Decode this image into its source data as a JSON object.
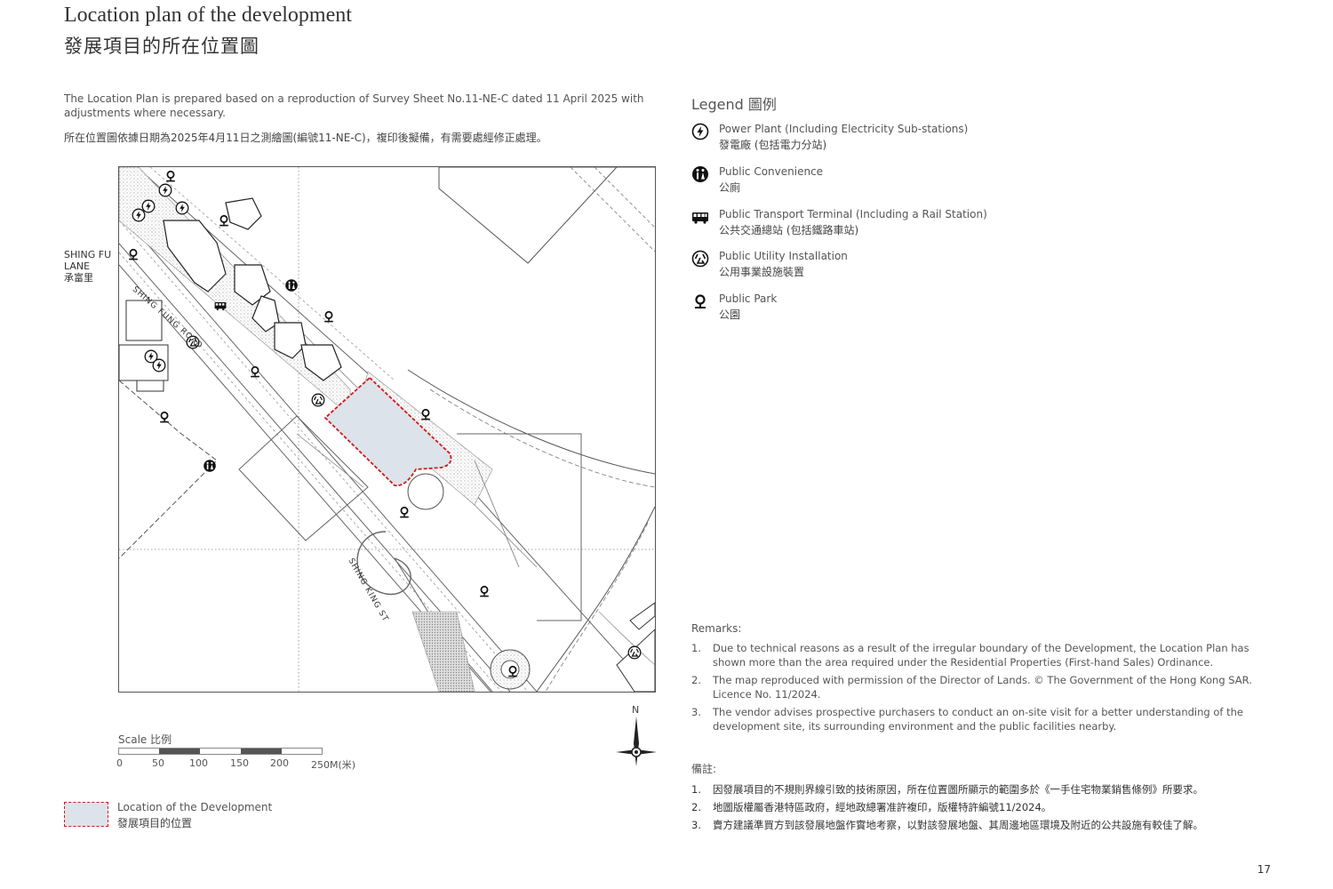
{
  "header": {
    "title_en": "Location plan of the development",
    "title_zh": "發展項目的所在位置圖"
  },
  "intro": {
    "en": "The Location Plan is prepared based on a reproduction of Survey Sheet No.11-NE-C dated 11 April 2025 with adjustments where necessary.",
    "zh": "所在位置圖依據日期為2025年4月11日之測繪圖(編號11-NE-C)，複印後擬備，有需要處經修正處理。"
  },
  "map": {
    "street_labels": {
      "shing_fu_lane_en_1": "SHING FU",
      "shing_fu_lane_en_2": "LANE",
      "shing_fu_lane_zh": "承富里",
      "shing_fung_road": "SHING FUNG ROAD",
      "shing_king_st": "SHING KING ST"
    }
  },
  "legend": {
    "title": "Legend 圖例",
    "items": [
      {
        "icon": "power-plant-icon",
        "en": "Power Plant (Including Electricity Sub-stations)",
        "zh": "發電廠 (包括電力分站)"
      },
      {
        "icon": "public-convenience-icon",
        "en": "Public Convenience",
        "zh": "公廁"
      },
      {
        "icon": "public-transport-terminal-icon",
        "en": "Public Transport Terminal (Including a Rail Station)",
        "zh": "公共交通總站 (包括鐵路車站)"
      },
      {
        "icon": "public-utility-icon",
        "en": "Public Utility Installation",
        "zh": "公用事業設施裝置"
      },
      {
        "icon": "public-park-icon",
        "en": "Public Park",
        "zh": "公園"
      }
    ]
  },
  "scale": {
    "label": "Scale 比例",
    "ticks": [
      "0",
      "50",
      "100",
      "150",
      "200",
      "250M(米)"
    ]
  },
  "north_label": "N",
  "location_key": {
    "en": "Location of the Development",
    "zh": "發展項目的位置",
    "fill_color": "#dde3ea",
    "border_color": "#d11a1a"
  },
  "remarks_en": {
    "heading": "Remarks:",
    "items": [
      {
        "num": "1.",
        "text": "Due to technical reasons as a result of the irregular boundary of the Development, the Location Plan has shown more than the area required under the Residential Properties (First-hand Sales) Ordinance."
      },
      {
        "num": "2.",
        "text": "The map reproduced with permission of the Director of Lands. © The Government of the Hong Kong SAR. Licence No. 11/2024."
      },
      {
        "num": "3.",
        "text": "The vendor advises prospective purchasers to conduct an on-site visit for a better understanding of the development site, its surrounding environment and the public facilities nearby."
      }
    ]
  },
  "remarks_zh": {
    "heading": "備註:",
    "items": [
      {
        "num": "1.",
        "text": "因發展項目的不規則界線引致的技術原因，所在位置圖所顯示的範圍多於《一手住宅物業銷售條例》所要求。"
      },
      {
        "num": "2.",
        "text": "地圖版權屬香港特區政府，經地政總署准許複印，版權特許編號11/2024。"
      },
      {
        "num": "3.",
        "text": "賣方建議準買方到該發展地盤作實地考察，以對該發展地盤、其周邊地區環境及附近的公共設施有較佳了解。"
      }
    ]
  },
  "page_number": "17"
}
